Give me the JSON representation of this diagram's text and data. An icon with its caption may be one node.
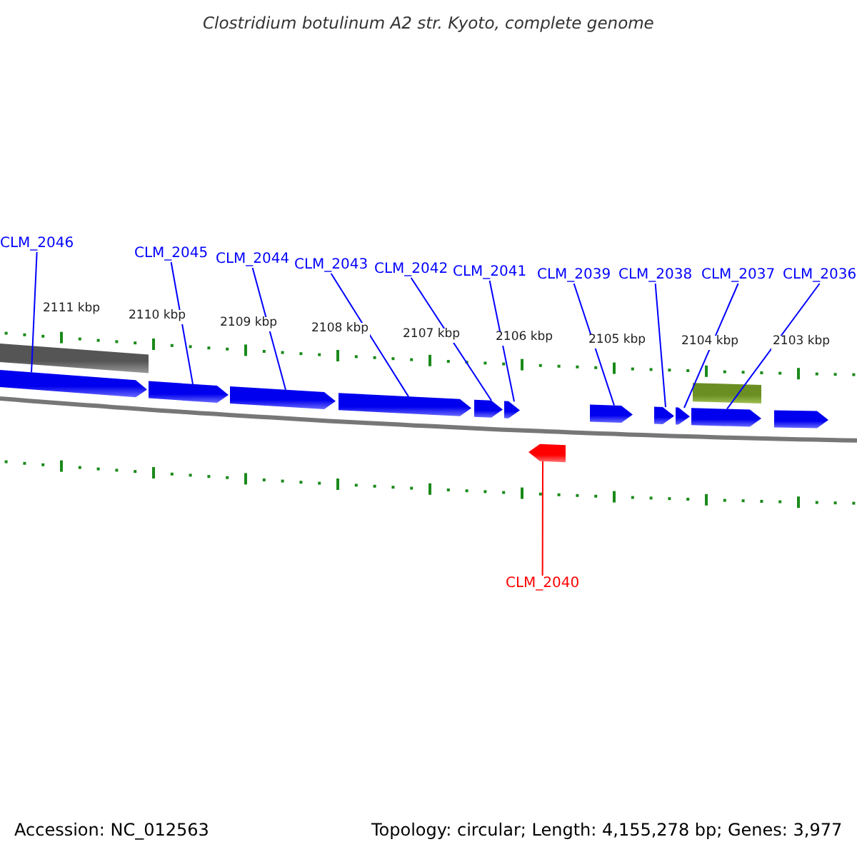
{
  "diagram": {
    "title": "Clostridium botulinum A2 str. Kyoto, complete genome",
    "nodes": [
      {
        "text": [
          "CLM_2046"
        ]
      },
      {
        "text": [
          "CLM_2045"
        ]
      },
      {
        "text": [
          "CLM_2044"
        ]
      },
      {
        "text": [
          "CLM_2043"
        ]
      },
      {
        "text": [
          "CLM_2042"
        ]
      },
      {
        "text": [
          "CLM_2041"
        ]
      },
      {
        "text": [
          "CLM_2039"
        ]
      },
      {
        "text": [
          "CLM_2038"
        ]
      },
      {
        "text": [
          "CLM_2037"
        ]
      },
      {
        "text": [
          "CLM_2036"
        ]
      },
      {
        "text": [
          "CLM_2040"
        ]
      },
      {
        "text": [],
        "shape": "arrow"
      },
      {
        "text": [],
        "shape": "arrow"
      },
      {
        "text": [],
        "shape": "arrow"
      },
      {
        "text": [],
        "shape": "arrow"
      },
      {
        "text": [],
        "shape": "arrow"
      },
      {
        "text": [],
        "shape": "arrow"
      },
      {
        "text": [],
        "shape": "arrow"
      },
      {
        "text": [],
        "shape": "arrow"
      },
      {
        "text": [],
        "shape": "arrow"
      },
      {
        "text": [],
        "shape": "arrow"
      },
      {
        "text": [],
        "shape": "arrow"
      }
    ],
    "edges": [
      {
        "from": 0,
        "to": 11,
        "arrow": "none"
      },
      {
        "from": 1,
        "to": 12,
        "arrow": "none"
      },
      {
        "from": 2,
        "to": 13,
        "arrow": "none"
      },
      {
        "from": 3,
        "to": 14,
        "arrow": "none"
      },
      {
        "from": 4,
        "to": 15,
        "arrow": "none"
      },
      {
        "from": 5,
        "to": 16,
        "arrow": "none"
      },
      {
        "from": 6,
        "to": 17,
        "arrow": "none"
      },
      {
        "from": 7,
        "to": 18,
        "arrow": "none"
      },
      {
        "from": 8,
        "to": 19,
        "arrow": "none"
      },
      {
        "from": 9,
        "to": 20,
        "arrow": "none"
      },
      {
        "from": 10,
        "to": 21,
        "arrow": "none",
        "color": "#ff0000"
      }
    ],
    "labels": [
      "2111 kbp",
      "2110 kbp",
      "2109 kbp",
      "2108 kbp",
      "2107 kbp",
      "2106 kbp",
      "2105 kbp",
      "2104 kbp",
      "2103 kbp",
      "Accession: NC_012563",
      "Topology: circular; Length: 4,155,278 bp; Genes: 3,977"
    ]
  }
}
